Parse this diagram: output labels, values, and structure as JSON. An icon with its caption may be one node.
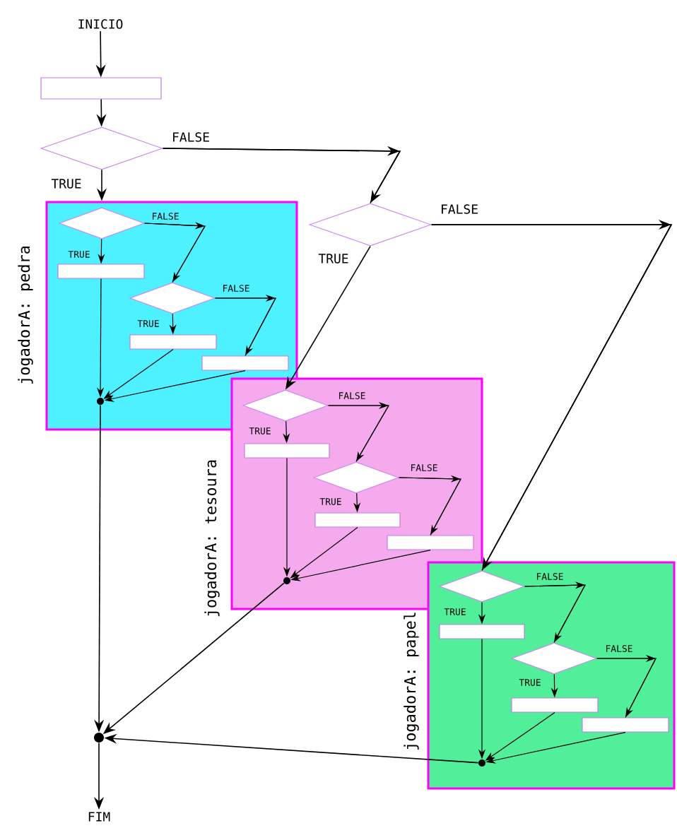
{
  "diagram": {
    "nodes": [
      {
        "text": [
          "INICIO"
        ]
      },
      {
        "text": [],
        "shape": "box"
      },
      {
        "text": [],
        "shape": "diamond"
      },
      {
        "text": [
          "jogadorA: pedra"
        ]
      },
      {
        "text": [],
        "shape": "diamond",
        "in": 3
      },
      {
        "text": [],
        "shape": "box",
        "in": 3
      },
      {
        "text": [],
        "shape": "diamond",
        "in": 3
      },
      {
        "text": [],
        "shape": "box",
        "in": 3
      },
      {
        "text": [],
        "shape": "box",
        "in": 3
      },
      {
        "text": [],
        "shape": "circle",
        "in": 3
      },
      {
        "text": [],
        "shape": "diamond"
      },
      {
        "text": [
          "jogadorA: tesoura"
        ]
      },
      {
        "text": [],
        "shape": "diamond",
        "in": 11
      },
      {
        "text": [],
        "shape": "box",
        "in": 11
      },
      {
        "text": [],
        "shape": "diamond",
        "in": 11
      },
      {
        "text": [],
        "shape": "box",
        "in": 11
      },
      {
        "text": [],
        "shape": "box",
        "in": 11
      },
      {
        "text": [],
        "shape": "circle",
        "in": 11
      },
      {
        "text": [
          "jogadorA: papel"
        ]
      },
      {
        "text": [],
        "shape": "diamond",
        "in": 18
      },
      {
        "text": [],
        "shape": "box",
        "in": 18
      },
      {
        "text": [],
        "shape": "diamond",
        "in": 18
      },
      {
        "text": [],
        "shape": "box",
        "in": 18
      },
      {
        "text": [],
        "shape": "box",
        "in": 18
      },
      {
        "text": [],
        "shape": "circle",
        "in": 18
      },
      {
        "text": [],
        "shape": "circle"
      },
      {
        "text": [
          "FIM"
        ]
      }
    ],
    "edges": [
      {
        "from": 0,
        "to": 1,
        "arrow": "to"
      },
      {
        "from": 1,
        "to": 2,
        "arrow": "to"
      },
      {
        "from": 2,
        "to": 3,
        "arrow": "to",
        "label": "TRUE"
      },
      {
        "from": 2,
        "to": 10,
        "arrow": "to",
        "label": "FALSE"
      },
      {
        "from": 4,
        "to": 5,
        "arrow": "to",
        "label": "TRUE"
      },
      {
        "from": 4,
        "to": 6,
        "arrow": "to",
        "label": "FALSE"
      },
      {
        "from": 5,
        "to": 9,
        "arrow": "to"
      },
      {
        "from": 6,
        "to": 7,
        "arrow": "to",
        "label": "TRUE"
      },
      {
        "from": 6,
        "to": 8,
        "arrow": "to",
        "label": "FALSE"
      },
      {
        "from": 7,
        "to": 9,
        "arrow": "to"
      },
      {
        "from": 8,
        "to": 9,
        "arrow": "to"
      },
      {
        "from": 10,
        "to": 12,
        "arrow": "to",
        "label": "TRUE"
      },
      {
        "from": 10,
        "to": 19,
        "arrow": "to",
        "label": "FALSE"
      },
      {
        "from": 12,
        "to": 13,
        "arrow": "to",
        "label": "TRUE"
      },
      {
        "from": 12,
        "to": 14,
        "arrow": "to",
        "label": "FALSE"
      },
      {
        "from": 13,
        "to": 17,
        "arrow": "to"
      },
      {
        "from": 14,
        "to": 15,
        "arrow": "to",
        "label": "TRUE"
      },
      {
        "from": 14,
        "to": 16,
        "arrow": "to",
        "label": "FALSE"
      },
      {
        "from": 15,
        "to": 17,
        "arrow": "to"
      },
      {
        "from": 16,
        "to": 17,
        "arrow": "to"
      },
      {
        "from": 19,
        "to": 20,
        "arrow": "to",
        "label": "TRUE"
      },
      {
        "from": 19,
        "to": 21,
        "arrow": "to",
        "label": "FALSE"
      },
      {
        "from": 20,
        "to": 24,
        "arrow": "to"
      },
      {
        "from": 21,
        "to": 22,
        "arrow": "to",
        "label": "TRUE"
      },
      {
        "from": 21,
        "to": 23,
        "arrow": "to",
        "label": "FALSE"
      },
      {
        "from": 22,
        "to": 24,
        "arrow": "to"
      },
      {
        "from": 23,
        "to": 24,
        "arrow": "to"
      },
      {
        "from": 9,
        "to": 25,
        "arrow": "to"
      },
      {
        "from": 17,
        "to": 25,
        "arrow": "to"
      },
      {
        "from": 24,
        "to": 25,
        "arrow": "to"
      },
      {
        "from": 25,
        "to": 26,
        "arrow": "to"
      }
    ]
  }
}
